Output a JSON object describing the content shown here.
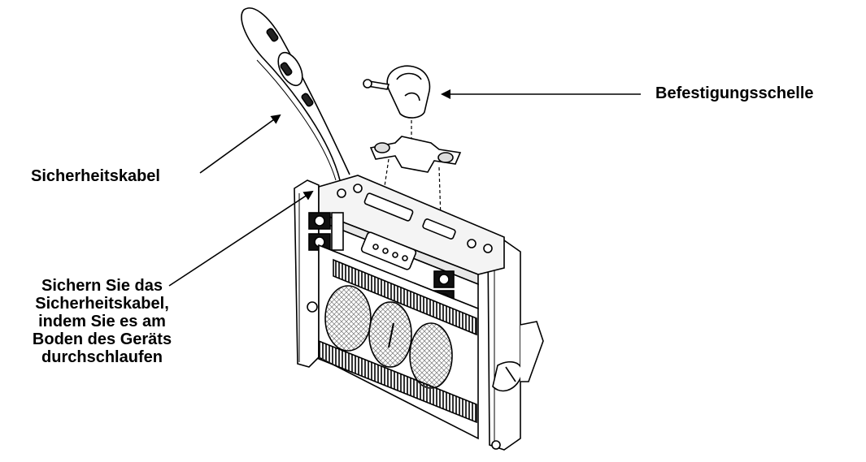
{
  "labels": {
    "clamp": "Befestigungsschelle",
    "safety_cable": "Sicherheitskabel",
    "secure_lines": [
      "Sichern Sie das",
      "Sicherheitskabel,",
      "indem Sie es am",
      "Boden des Geräts",
      "durchschlaufen"
    ]
  },
  "colors": {
    "line": "#000000",
    "background": "#ffffff"
  }
}
